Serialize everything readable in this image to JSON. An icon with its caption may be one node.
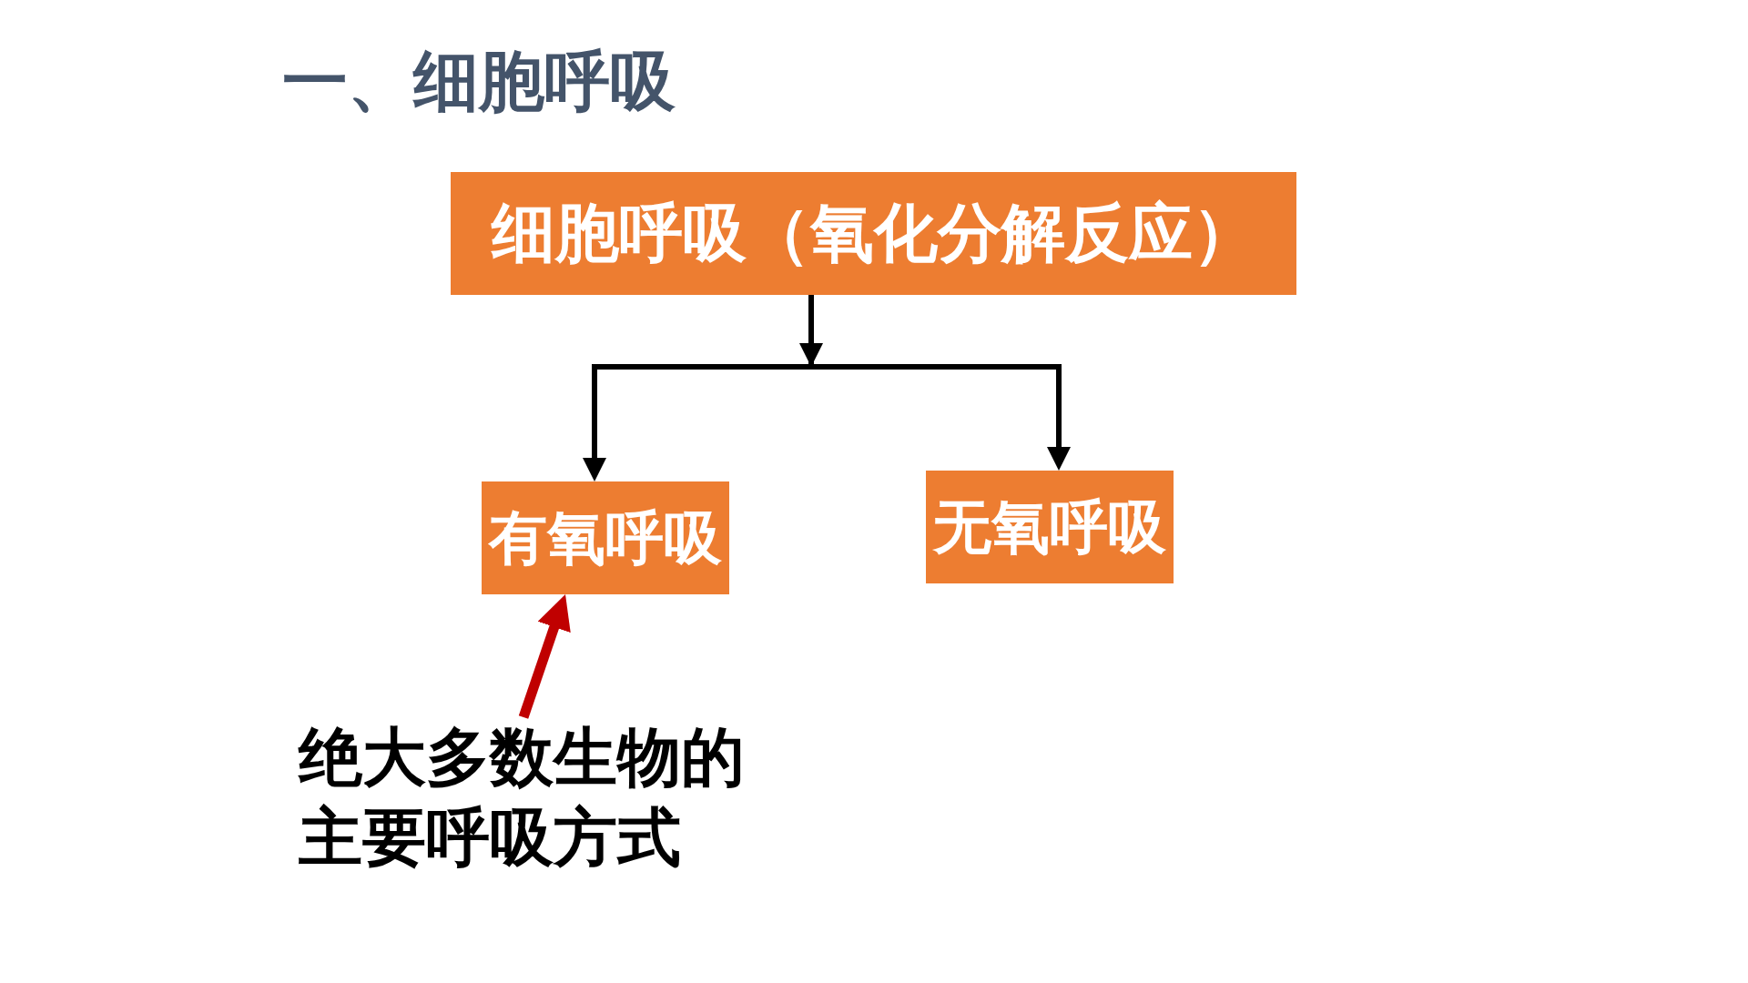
{
  "diagram": {
    "title": "一、细胞呼吸",
    "nodes": [
      {
        "text": [
          "细胞呼吸（氧化分解反应）"
        ]
      },
      {
        "text": [
          "有氧呼吸"
        ]
      },
      {
        "text": [
          "无氧呼吸"
        ]
      },
      {
        "text": [
          "绝大多数生物的主要呼吸方式"
        ]
      }
    ],
    "edges": [
      {
        "from": 0,
        "to": 1,
        "arrow": "to"
      },
      {
        "from": 0,
        "to": 2,
        "arrow": "to"
      },
      {
        "from": 3,
        "to": 1,
        "arrow": "to",
        "style": "thick",
        "color": "#c00000"
      }
    ]
  }
}
